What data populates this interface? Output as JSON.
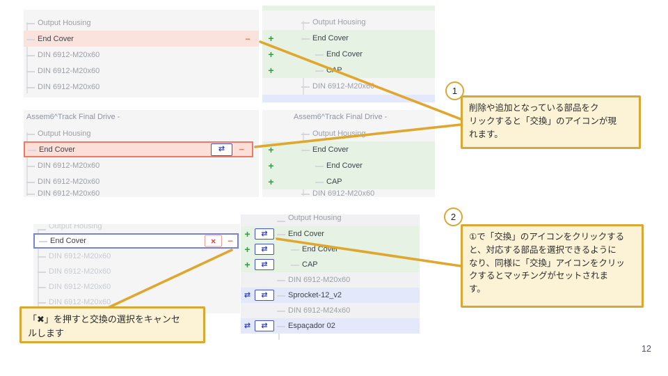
{
  "page": {
    "number": "12"
  },
  "icons": {
    "plus": "+",
    "minus": "−",
    "swap": "⇄",
    "cancel": "×"
  },
  "colors": {
    "annotation_fill": "#FCF3D7",
    "annotation_border": "#D9A733",
    "removed_bg": "#FBE3DD",
    "removed_border": "#EF7A61",
    "added_bg": "#E5F2E4",
    "matched_bg": "#E4E8FB",
    "swap_blue": "#2D3FC4",
    "selection_border": "#7583D6",
    "cancel_red": "#E53935",
    "plus_green": "#2F9E44",
    "minus_salmon": "#F07A62"
  },
  "callouts": [
    {
      "num": "1",
      "text": "削除や追加となっている部品をク\nリックすると「交換」のアイコンが現\nれます。"
    },
    {
      "num": "2",
      "text": "①で「交換」のアイコンをクリックする\nと、対応する部品を選択できるように\nなり、同様に「交換」アイコンをクリッ\nクするとマッチングがセットされま\nす。"
    }
  ],
  "note": {
    "text": "「✖」を押すと交換の選択をキャンセ\nルします"
  },
  "panels": {
    "top_left": {
      "rows": [
        {
          "label": "Output Housing",
          "level": 1,
          "muted": true
        },
        {
          "label": "End Cover",
          "level": 1,
          "state": "removed",
          "right_icons": [
            "minus"
          ]
        },
        {
          "label": "DIN 6912-M20x60",
          "level": 1,
          "muted": true
        },
        {
          "label": "DIN 6912-M20x60",
          "level": 1,
          "muted": true
        },
        {
          "label": "DIN 6912-M20x60",
          "level": 1,
          "muted": true
        }
      ]
    },
    "top_right": {
      "rows": [
        {
          "label": "",
          "state": "added",
          "h": 7,
          "mb": 5
        },
        {
          "label": "Output Housing",
          "level": 1,
          "muted": true
        },
        {
          "label": "End Cover",
          "level": 1,
          "state": "added",
          "left_icons": [
            "plus"
          ]
        },
        {
          "label": "End Cover",
          "level": 2,
          "state": "added",
          "left_icons": [
            "plus"
          ]
        },
        {
          "label": "CAP",
          "level": 2,
          "state": "added",
          "left_icons": [
            "plus"
          ]
        },
        {
          "label": "DIN 6912-M20x60",
          "level": 1,
          "muted": true
        },
        {
          "label": "",
          "state": "matched",
          "h": 11,
          "mt": 1
        }
      ]
    },
    "mid_left": {
      "header": "Assem6^Track Final Drive -",
      "rows": [
        {
          "label": "Output Housing",
          "level": 1,
          "muted": true
        },
        {
          "label": "End Cover",
          "level": 1,
          "state": "removed-active",
          "right_icons": [
            "swap-btn",
            "minus"
          ]
        },
        {
          "label": "DIN 6912-M20x60",
          "level": 1,
          "muted": true
        },
        {
          "label": "DIN 6912-M20x60",
          "level": 1,
          "muted": true
        },
        {
          "label": "DIN 6912-M20x60",
          "level": 1,
          "muted": true,
          "h": 11
        }
      ]
    },
    "mid_right": {
      "header": "Assem6^Track Final Drive -",
      "rows": [
        {
          "label": "Output Housing",
          "level": 1,
          "muted": true
        },
        {
          "label": "End Cover",
          "level": 1,
          "state": "added",
          "left_icons": [
            "plus"
          ]
        },
        {
          "label": "End Cover",
          "level": 2,
          "state": "added",
          "left_icons": [
            "plus"
          ]
        },
        {
          "label": "CAP",
          "level": 2,
          "state": "added",
          "left_icons": [
            "plus"
          ]
        },
        {
          "label": "DIN 6912-M20x60",
          "level": 1,
          "muted": true,
          "h": 11
        }
      ]
    },
    "bot_left": {
      "rows": [
        {
          "label": "Output Housing",
          "level": 1,
          "faint": true,
          "h": 13,
          "cut": true
        },
        {
          "label": "End Cover",
          "level": 1,
          "state": "selected",
          "right_icons": [
            "x-btn",
            "minus"
          ]
        },
        {
          "label": "DIN 6912-M20x60",
          "level": 1,
          "faint": true
        },
        {
          "label": "DIN 6912-M20x60",
          "level": 1,
          "faint": true
        },
        {
          "label": "DIN 6912-M20x60",
          "level": 1,
          "faint": true
        },
        {
          "label": "DIN 6912-M20x60",
          "level": 1,
          "faint": true
        }
      ]
    },
    "bot_right": {
      "rows": [
        {
          "label": "Output Housing",
          "level": 1,
          "state": "gray",
          "muted": true,
          "h": 17,
          "cut": true
        },
        {
          "label": "End Cover",
          "level": 1,
          "state": "added",
          "left_icons": [
            "plus",
            "swap-btn"
          ]
        },
        {
          "label": "End Cover",
          "level": 2,
          "state": "added",
          "left_icons": [
            "plus",
            "swap-btn"
          ]
        },
        {
          "label": "CAP",
          "level": 2,
          "state": "added",
          "left_icons": [
            "plus",
            "swap-btn"
          ]
        },
        {
          "label": "DIN 6912-M20x60",
          "level": 1,
          "state": "gray",
          "muted": true
        },
        {
          "label": "Sprocket-12_v2",
          "level": 1,
          "state": "matched",
          "left_icons": [
            "swap",
            "swap-btn"
          ]
        },
        {
          "label": "DIN 6912-M24x60",
          "level": 1,
          "state": "gray",
          "muted": true
        },
        {
          "label": "Espaçador 02",
          "level": 1,
          "state": "matched",
          "left_icons": [
            "swap",
            "swap-btn"
          ]
        }
      ]
    }
  }
}
